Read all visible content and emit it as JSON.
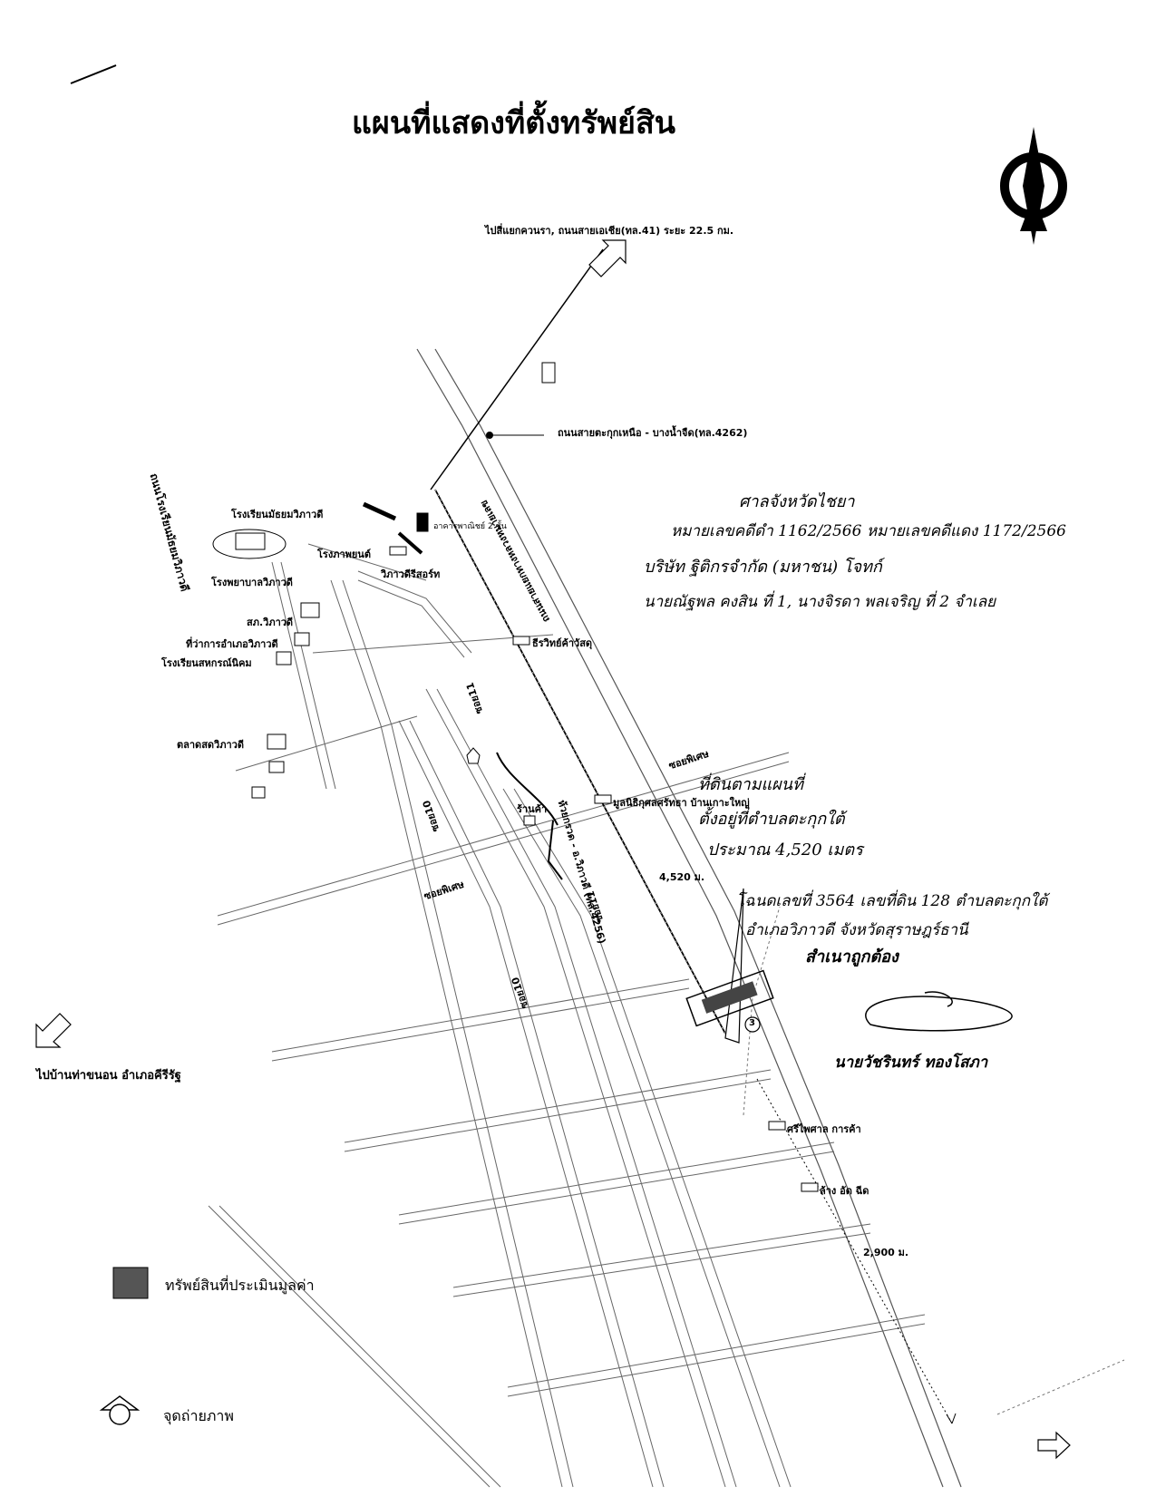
{
  "title": "แผนที่แสดงที่ตั้งทรัพย์สิน",
  "compass": {
    "north_letter": "N"
  },
  "routes": {
    "to_kuanra": "ไปสี่แยกควนรา, ถนนสายเอเชีย(ทล.41) ระยะ 22.5 กม.",
    "road_4262": "ถนนสายตะกุกเหนือ - บางน้ำจืด(ทล.4262)",
    "to_tha_khanon": "ไปบ้านท่าขนอน อำเภอคีรีรัฐ"
  },
  "roads": {
    "school_road": "ถนนโรงเรียนมัธยมวิภาวดี",
    "main_road": "ถนนสายแยกทางหลวงหมายเลข",
    "main_road_2": "ห้วยกรวด - อ.วิภาวดี (ทล.4256)",
    "soi_phiset_1": "ซอยพิเศษ",
    "soi_phiset_2": "ซอยพิเศษ",
    "soi_11a": "ซอย11",
    "soi_11b": "ซอย11",
    "soi_10a": "ซอย10",
    "soi_10b": "ซอย10"
  },
  "places": {
    "school": "โรงเรียนมัธยมวิภาวดี",
    "hospital": "โรงพยาบาลวิภาวดี",
    "police": "สภ.วิภาวดี",
    "district_office": "ที่ว่าการอำเภอวิภาวดี",
    "coop_school": "โรงเรียนสหกรณ์นิคม",
    "market": "ตลาดสดวิภาวดี",
    "cinema": "โรงภาพยนต์",
    "shophouse": "อาคารพาณิชย์ 2 ชั้น",
    "resort": "วิภาวดีรีสอร์ท",
    "theerawit": "ธีรวิทย์ค้าวัสดุ",
    "foundation": "มูลนิธิกุศลศรัทธา บ้านเกาะใหญ่",
    "shop": "ร้านค้า",
    "sripaisarn": "ศรีไพศาล การค้า",
    "lang_ad": "ล้าง อัด ฉีด"
  },
  "distances": {
    "d1": "4,520 ม.",
    "d2": "2,900 ม."
  },
  "photo_point": "3",
  "handwritten": {
    "line1": "ศาลจังหวัดไชยา",
    "line2": "หมายเลขคดีดำ 1162/2566 หมายเลขคดีแดง 1172/2566",
    "line3": "บริษัท ฐิติกรจำกัด (มหาชน) โจทก์",
    "line4": "นายณัฐพล คงสิน ที่ 1, นางจิรดา พลเจริญ ที่ 2 จำเลย",
    "line5": "ที่ดินตามแผนที่",
    "line6": "ตั้งอยู่ที่ตำบลตะกุกใต้",
    "line7": "ประมาณ 4,520 เมตร",
    "line8": "โฉนดเลขที่ 3564 เลขที่ดิน 128 ตำบลตะกุกใต้",
    "line9": "อำเภอวิภาวดี จังหวัดสุราษฎร์ธานี",
    "certified": "สำเนาถูกต้อง",
    "signer": "นายวัชรินทร์ ทองโสภา"
  },
  "legend": {
    "appraised": "ทรัพย์สินที่ประเมินมูลค่า",
    "photo": "จุดถ่ายภาพ"
  },
  "colors": {
    "ink": "#000000",
    "road": "#555555",
    "pen": "#1a1a1a"
  }
}
